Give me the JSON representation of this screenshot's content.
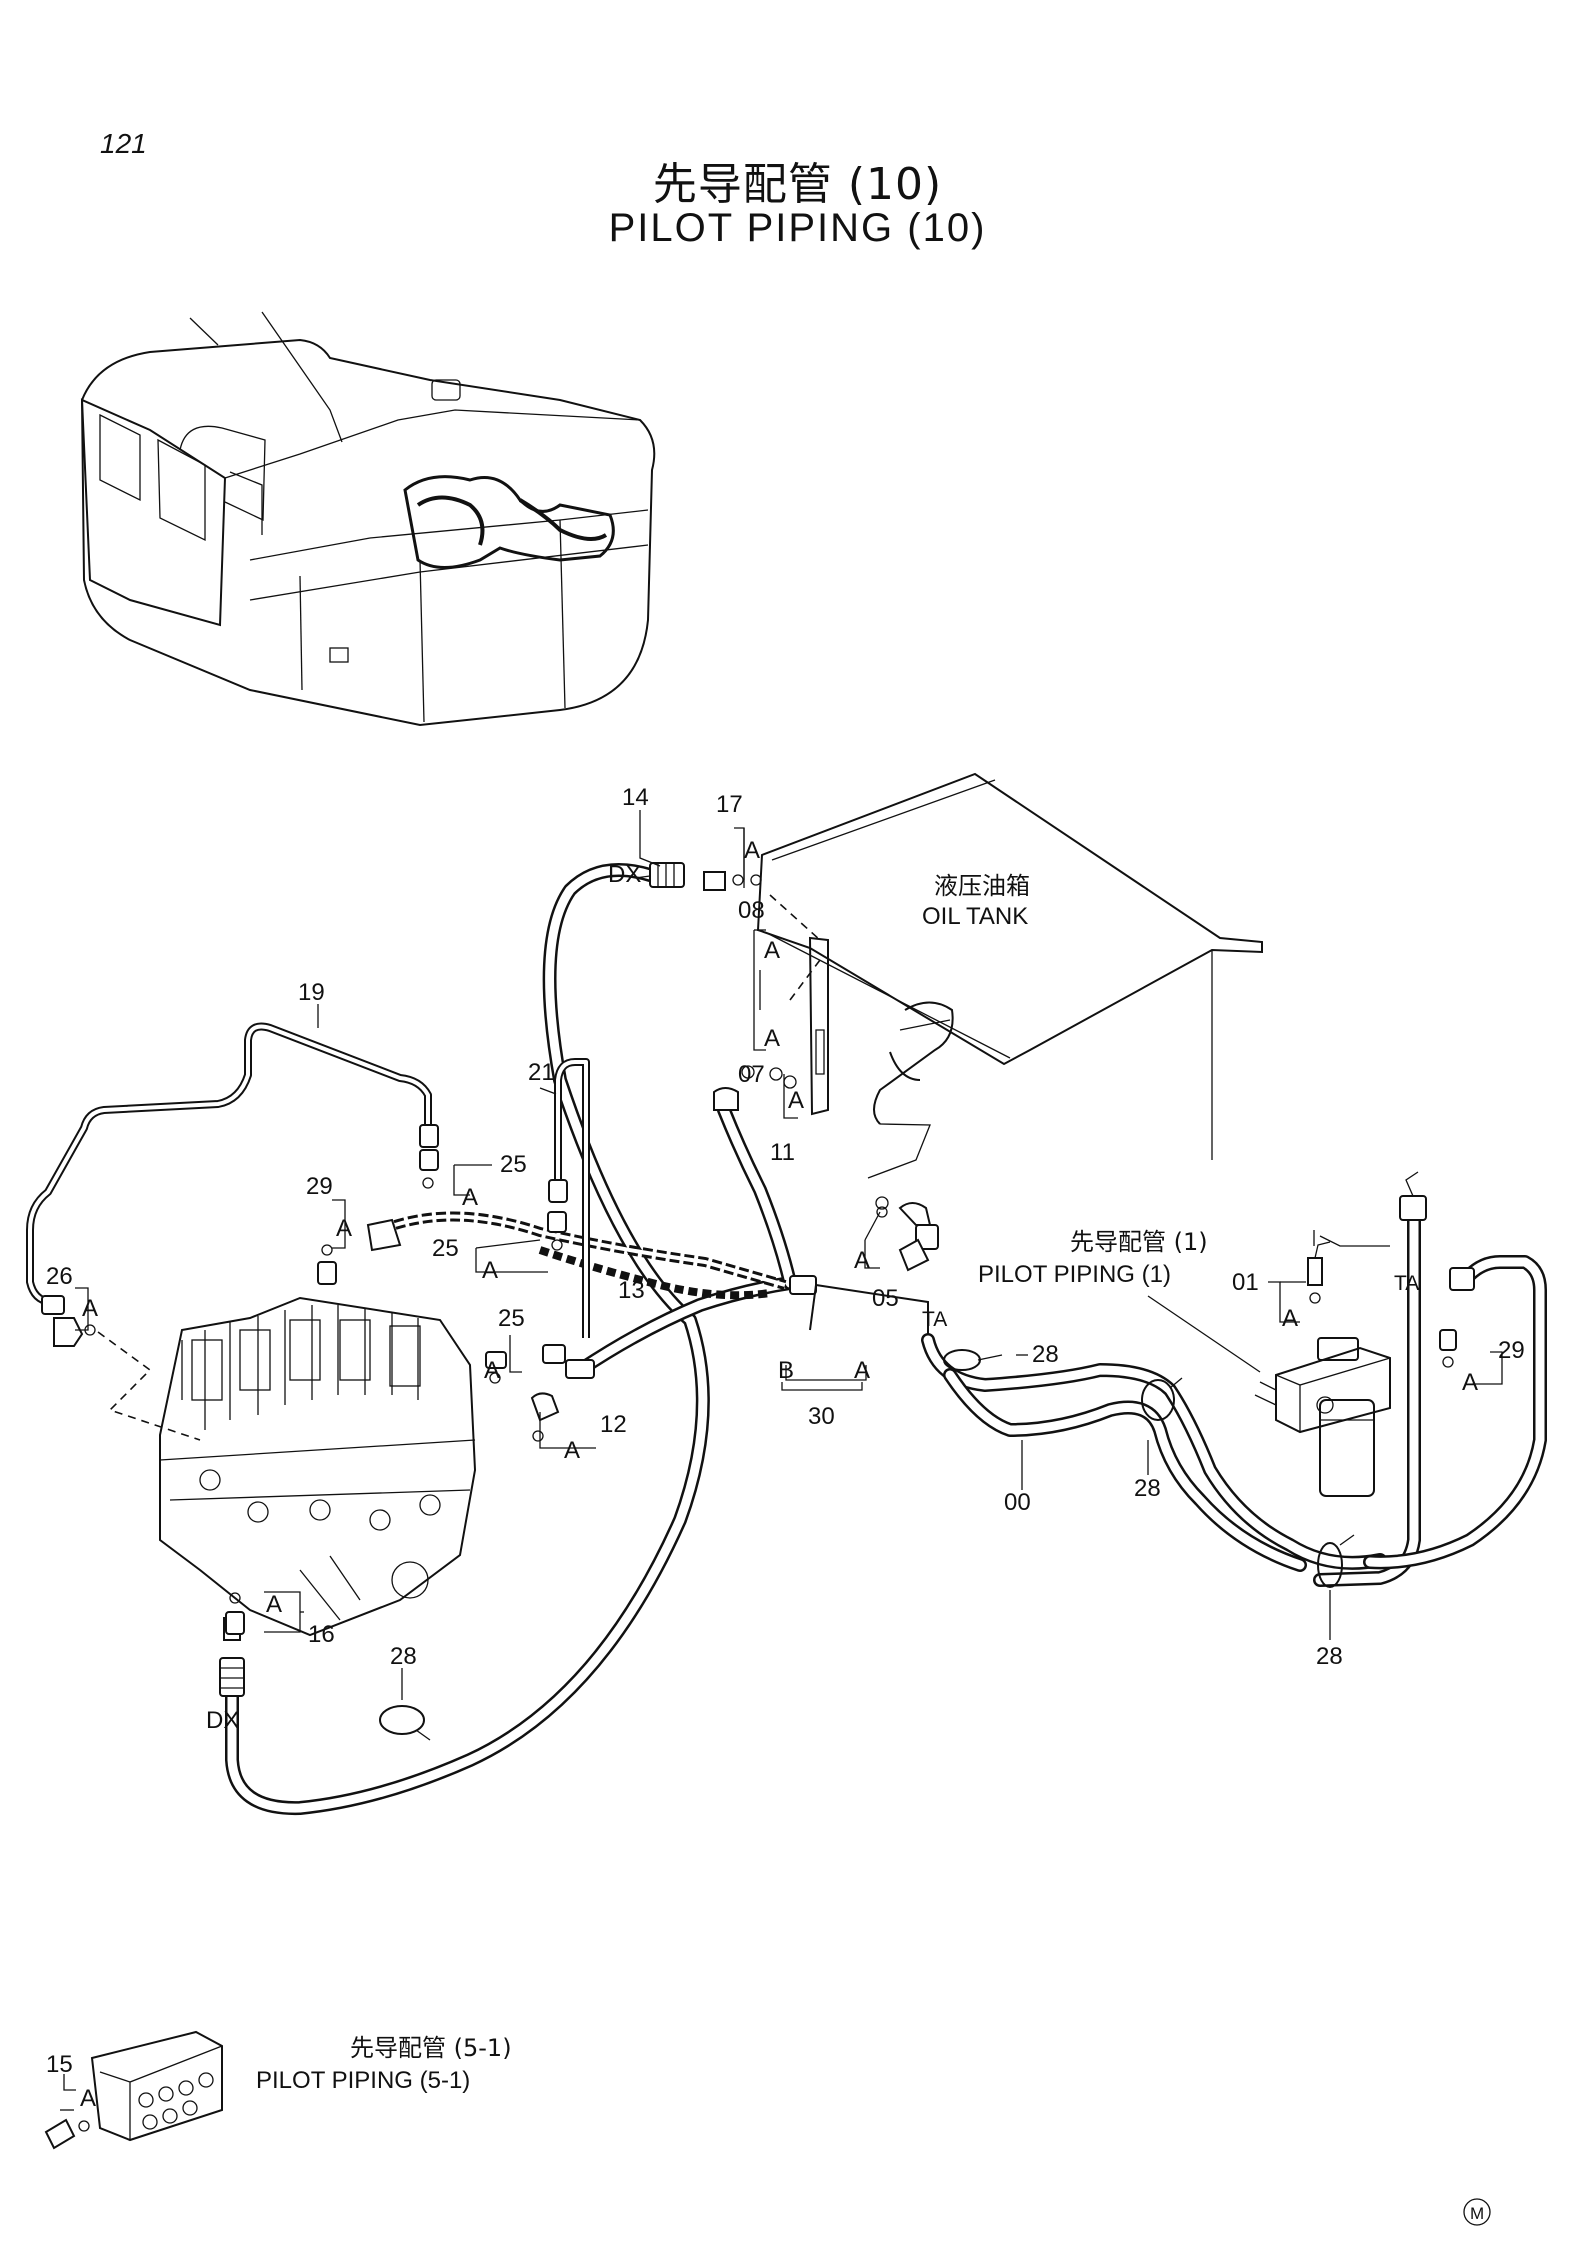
{
  "page_number": "121",
  "title": {
    "chinese": "先导配管 (10)",
    "english": "PILOT  PIPING  (10)"
  },
  "oil_tank": {
    "chinese": "液压油箱",
    "english": "OIL  TANK"
  },
  "reference_1": {
    "chinese": "先导配管 (1)",
    "english": "PILOT  PIPING (1)"
  },
  "reference_5_1": {
    "chinese": "先导配管  (5-1)",
    "english": "PILOT  PIPING  (5-1)"
  },
  "part_labels": {
    "p00": "00",
    "p01": "01",
    "p05": "05",
    "p07": "07",
    "p08": "08",
    "p11": "11",
    "p12": "12",
    "p13": "13",
    "p14": "14",
    "p15": "15",
    "p16": "16",
    "p17": "17",
    "p19": "19",
    "p21": "21",
    "p25a": "25",
    "p25b": "25",
    "p25c": "25",
    "p26": "26",
    "p28a": "28",
    "p28b": "28",
    "p28c": "28",
    "p28d": "28",
    "p29a": "29",
    "p29b": "29",
    "p30": "30"
  },
  "port_labels": {
    "dx_top": "DX",
    "dx_bottom": "DX",
    "ta_left": "TA",
    "ta_right": "TA",
    "b": "B",
    "a": "A"
  },
  "detail_tag": "A",
  "marking": "M"
}
